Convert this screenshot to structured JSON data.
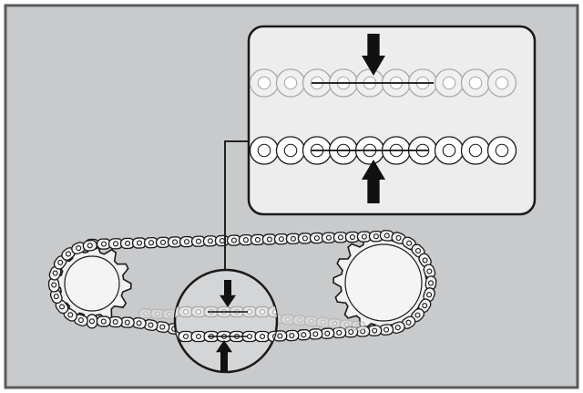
{
  "diagram": {
    "colors": {
      "panel_background": "#c9cacc",
      "panel_border": "#5a5a5a",
      "inset_background": "#ededed",
      "chain_light": "#a9a9a9",
      "chain_dark": "#1a1a1a",
      "link_fill": "#ffffff",
      "arrow": "#111111"
    },
    "icons": {
      "arrow_down": "down-arrow-icon",
      "arrow_up": "up-arrow-icon"
    },
    "parts": [
      "front-sprocket",
      "rear-sprocket",
      "drive-chain-upper-run",
      "drive-chain-lower-run",
      "chain-slack-magnifier",
      "inset-callout"
    ]
  }
}
